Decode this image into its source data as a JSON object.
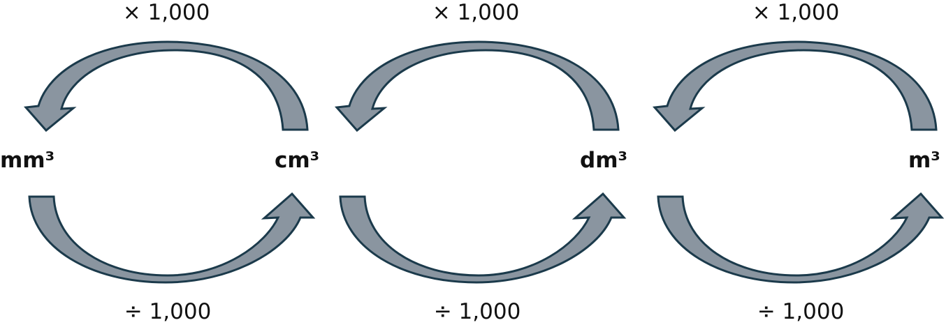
{
  "units": [
    "mm³",
    "cm³",
    "dm³",
    "m³"
  ],
  "multiply_labels": [
    "× 1,000",
    "× 1,000",
    "× 1,000"
  ],
  "divide_labels": [
    "÷ 1,000",
    "÷ 1,000",
    "÷ 1,000"
  ],
  "colors": {
    "arrow_fill": "#8a95a0",
    "arrow_stroke": "#1b3a4b",
    "text": "#111111"
  }
}
